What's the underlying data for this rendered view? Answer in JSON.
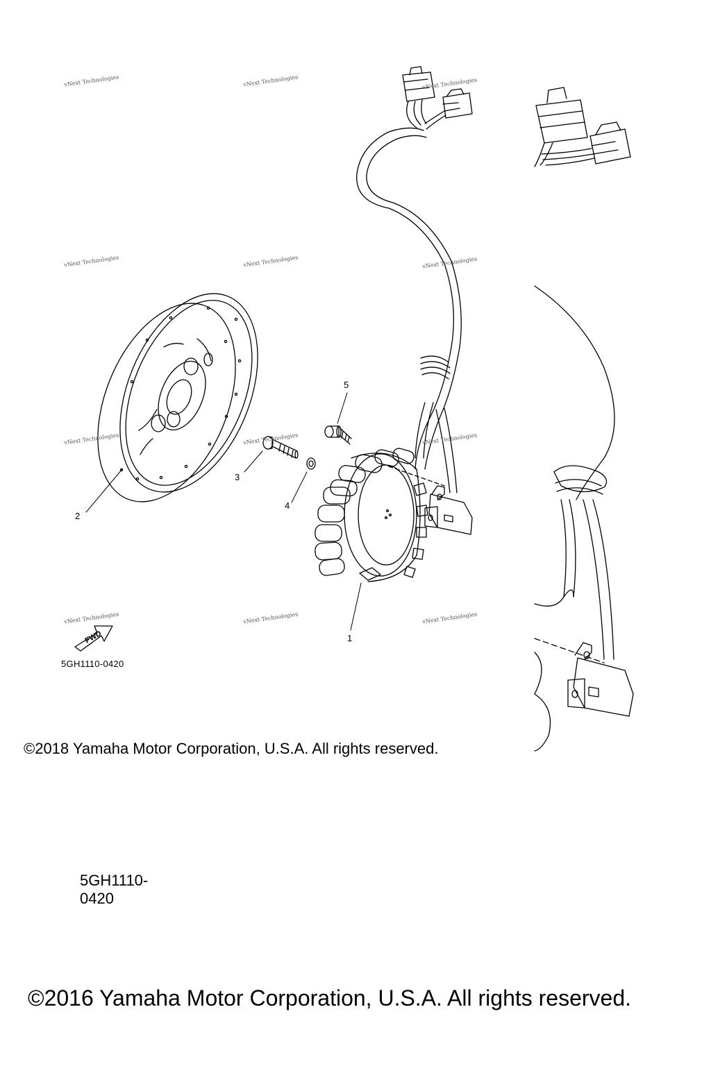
{
  "diagram": {
    "callouts": [
      "1",
      "2",
      "3",
      "4",
      "5"
    ],
    "part_code": "5GH1110-0420",
    "fwd_label": "FWD",
    "watermark_text": "vNext Technologies",
    "copyright_2018": "©2018 Yamaha Motor Corporation, U.S.A. All rights reserved.",
    "copyright_2016": "©2016 Yamaha Motor Corporation, U.S.A. All rights reserved.",
    "ghost_code": "5GH1110-0420"
  }
}
